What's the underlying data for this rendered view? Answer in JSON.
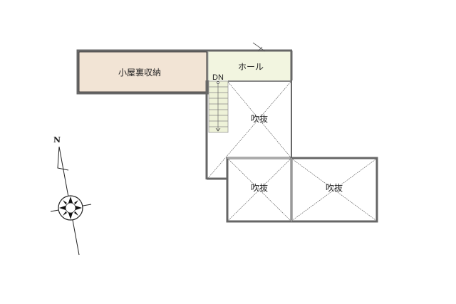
{
  "floor_plan": {
    "title": "",
    "colors": {
      "wall_outer": "#555555",
      "wall_inner": "#9a9a9a",
      "attic_fill": "#f2e4d5",
      "hall_fill": "#f2f5e0",
      "stair_fill": "#eef2d8",
      "void_fill": "#ffffff",
      "line": "#444444"
    },
    "rooms": [
      {
        "id": "attic-storage",
        "label": "小屋裏収納"
      },
      {
        "id": "hall",
        "label": "ホール"
      },
      {
        "id": "void-1",
        "label": "吹抜"
      },
      {
        "id": "void-2",
        "label": "吹抜"
      },
      {
        "id": "void-3",
        "label": "吹抜"
      }
    ],
    "stair": {
      "direction_label": "DN"
    },
    "compass": {
      "north_label": "N"
    }
  }
}
